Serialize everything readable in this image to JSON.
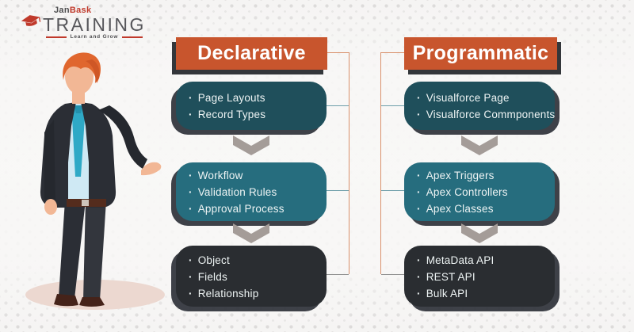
{
  "logo": {
    "brand_part1": "Jan",
    "brand_part2": "Bask",
    "name": "TRAINING",
    "tagline": "Learn and Grow"
  },
  "diagram": {
    "columns": [
      {
        "header": "Declarative",
        "boxes": [
          {
            "items": [
              "Page Layouts",
              "Record Types"
            ]
          },
          {
            "items": [
              "Workflow",
              "Validation Rules",
              "Approval Process"
            ]
          },
          {
            "items": [
              "Object",
              "Fields",
              "Relationship"
            ]
          }
        ]
      },
      {
        "header": "Programmatic",
        "boxes": [
          {
            "items": [
              "Visualforce Page",
              "Visualforce Commponents"
            ]
          },
          {
            "items": [
              "Apex Triggers",
              "Apex Controllers",
              "Apex Classes"
            ]
          },
          {
            "items": [
              "MetaData API",
              "REST API",
              "Bulk API"
            ]
          }
        ]
      }
    ]
  },
  "colors": {
    "header_bg": "#c8552d",
    "box_teal_dark": "#1f4f5b",
    "box_teal": "#266d7e",
    "box_charcoal": "#2a2d31",
    "box_shadow": "#2e3138",
    "arrow_gray": "#a49c98",
    "connector_orange": "#d9916c",
    "connector_teal": "#6f9faa",
    "connector_gray": "#8d8d8d",
    "logo_red": "#c0392b",
    "logo_gray": "#4d4d4f",
    "background": "#f5f4f3"
  }
}
